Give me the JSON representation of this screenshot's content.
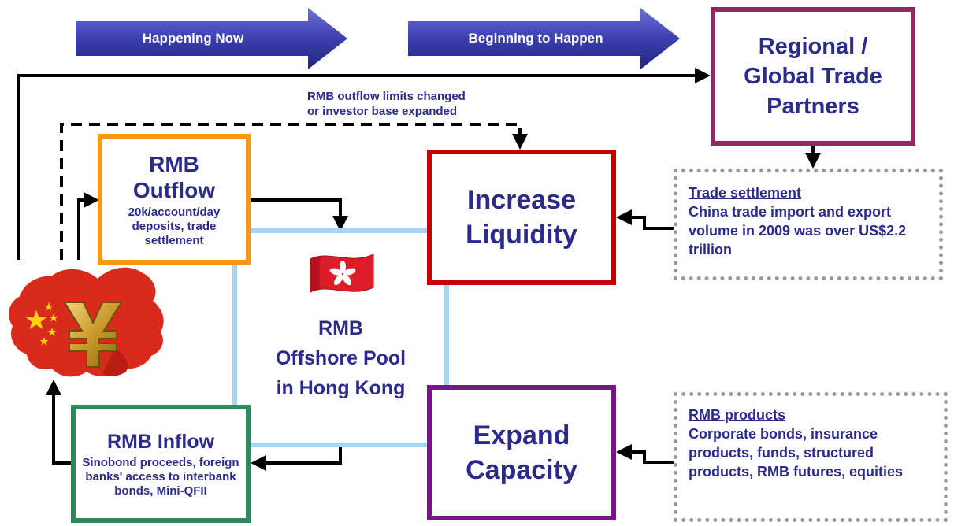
{
  "phases": {
    "now": "Happening Now",
    "next": "Beginning to Happen"
  },
  "partners": "Regional / Global Trade Partners",
  "limits_note": {
    "line1": "RMB outflow limits changed",
    "line2": "or investor base expanded"
  },
  "outflow": {
    "title_line1": "RMB",
    "title_line2": "Outflow",
    "detail": "20k/account/day deposits, trade settlement"
  },
  "pool": {
    "line1": "RMB",
    "line2": "Offshore Pool",
    "line3": "in Hong Kong"
  },
  "liquidity": {
    "line1": "Increase",
    "line2": "Liquidity"
  },
  "capacity": {
    "line1": "Expand",
    "line2": "Capacity"
  },
  "inflow": {
    "title": "RMB Inflow",
    "detail": "Sinobond proceeds, foreign banks' access to interbank bonds, Mini-QFII"
  },
  "trade_note": {
    "title": "Trade settlement",
    "body": "China trade import and export volume in 2009 was over US$2.2 trillion"
  },
  "products_note": {
    "title": "RMB products",
    "body": "Corporate bonds, insurance products, funds, structured products, RMB futures, equities"
  },
  "colors": {
    "arrow_band": "#3b3fb0",
    "outflow": "#f59a16",
    "liquidity": "#c40000",
    "partners": "#8e2b63",
    "capacity": "#7a1488",
    "inflow": "#2e8a5a",
    "pool": "#a8d4f6",
    "text_navy": "#2b2b8c"
  },
  "icons": [
    "china-map-icon",
    "yuan-symbol-icon",
    "hong-kong-flag-icon"
  ]
}
